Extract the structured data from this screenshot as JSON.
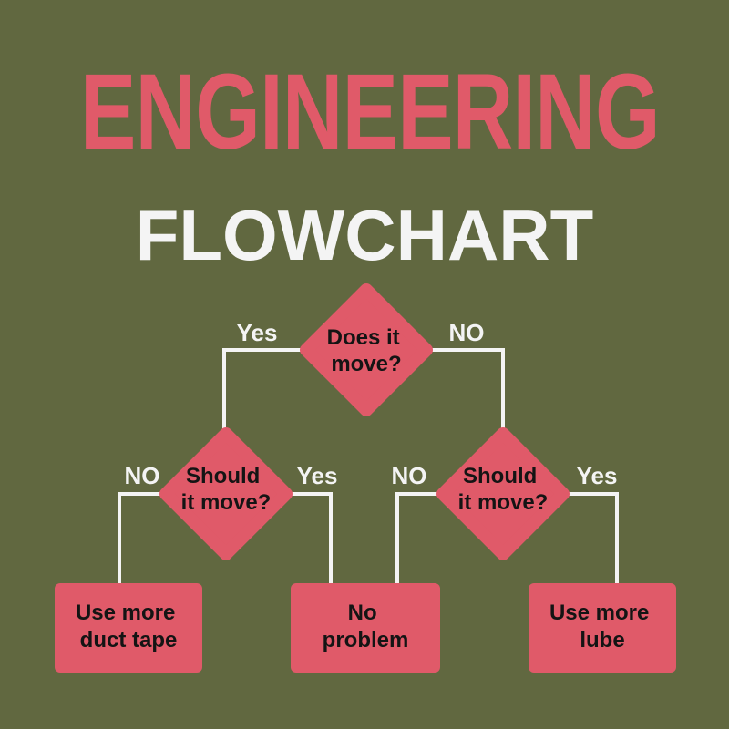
{
  "title": "ENGINEERING",
  "subtitle": "FLOWCHART",
  "colors": {
    "background": "#616840",
    "accent": "#e05a69",
    "text_light": "#f4f4f4",
    "text_dark": "#141414"
  },
  "nodes": {
    "q_moves": [
      "Does it",
      "move?"
    ],
    "q_should_left": [
      "Should",
      "it move?"
    ],
    "q_should_right": [
      "Should",
      "it move?"
    ],
    "r_duct_tape": [
      "Use more",
      "duct tape"
    ],
    "r_no_problem": [
      "No",
      "problem"
    ],
    "r_lube": [
      "Use more",
      "lube"
    ]
  },
  "edges": {
    "top_yes": "Yes",
    "top_no": "NO",
    "left_no": "NO",
    "left_yes": "Yes",
    "right_no": "NO",
    "right_yes": "Yes"
  }
}
